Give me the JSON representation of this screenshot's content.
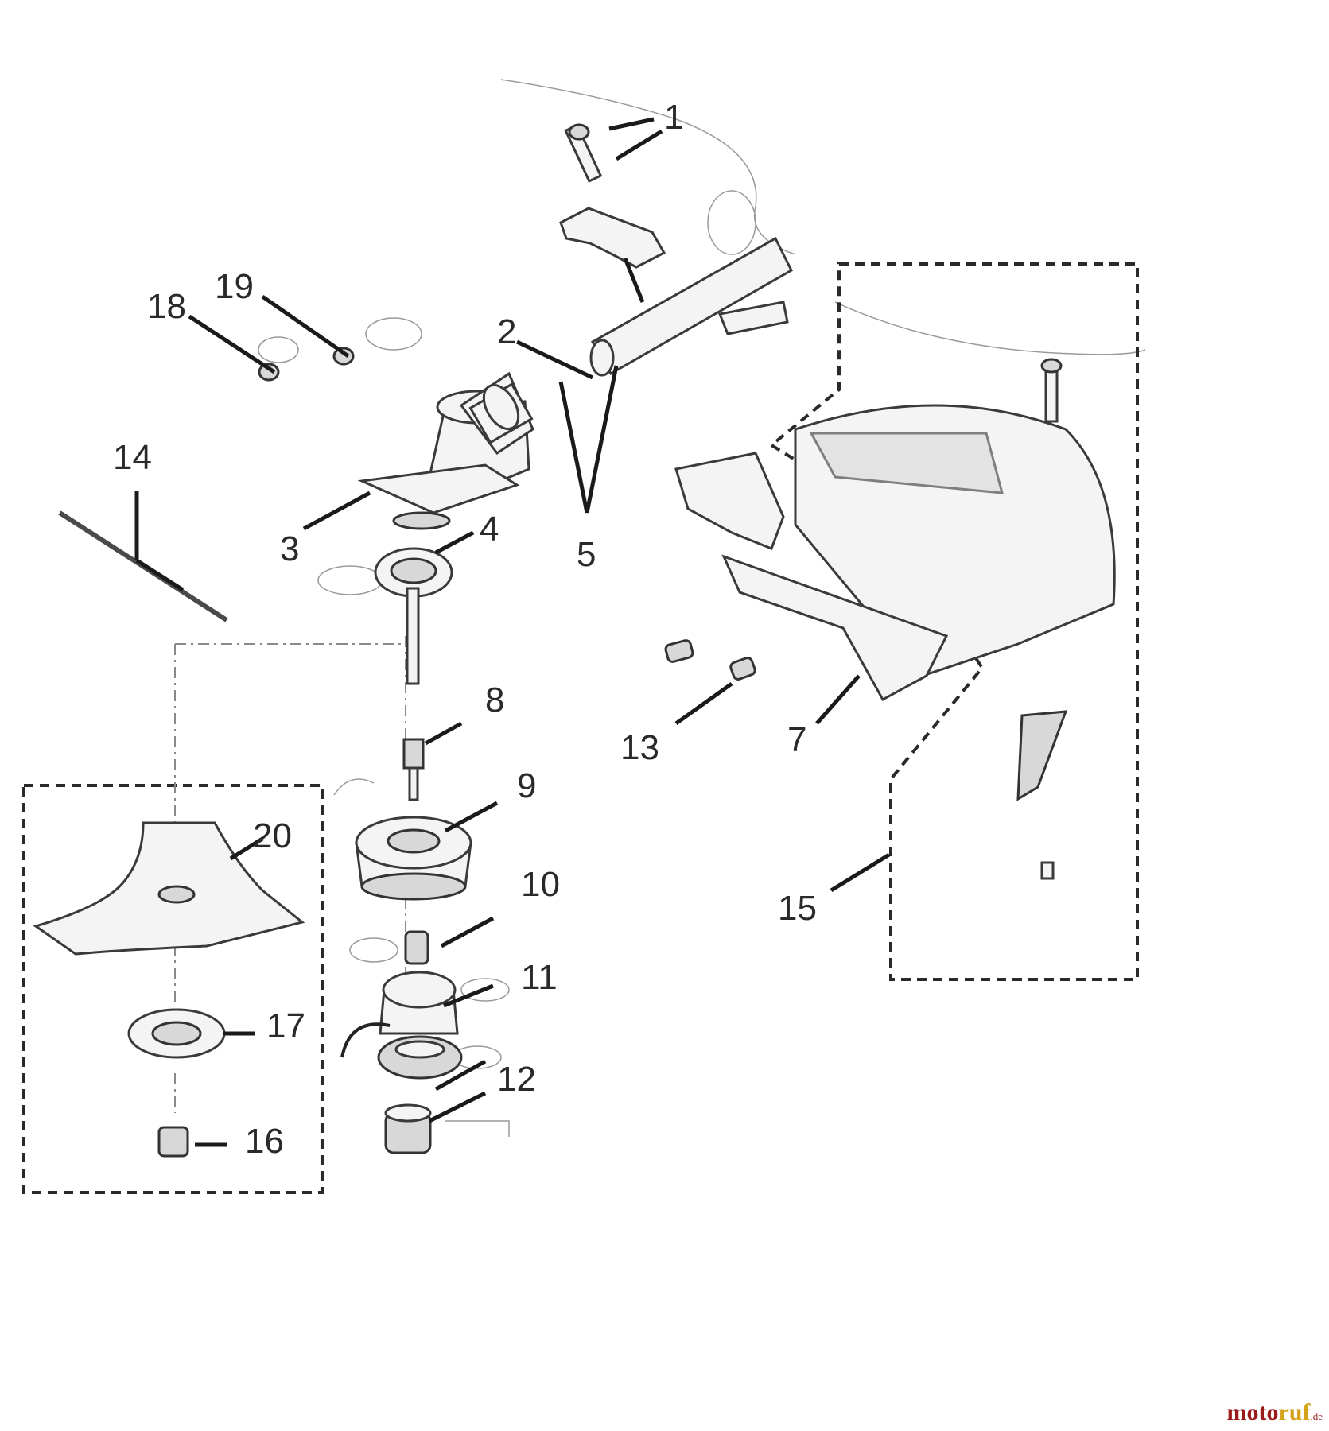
{
  "diagram": {
    "callouts": [
      "1",
      "2",
      "3",
      "4",
      "5",
      "7",
      "8",
      "9",
      "10",
      "11",
      "12",
      "13",
      "14",
      "15",
      "16",
      "17",
      "18",
      "19",
      "20"
    ]
  },
  "logo": {
    "part1": "moto",
    "part2": "ruf",
    "part3": ".de"
  }
}
